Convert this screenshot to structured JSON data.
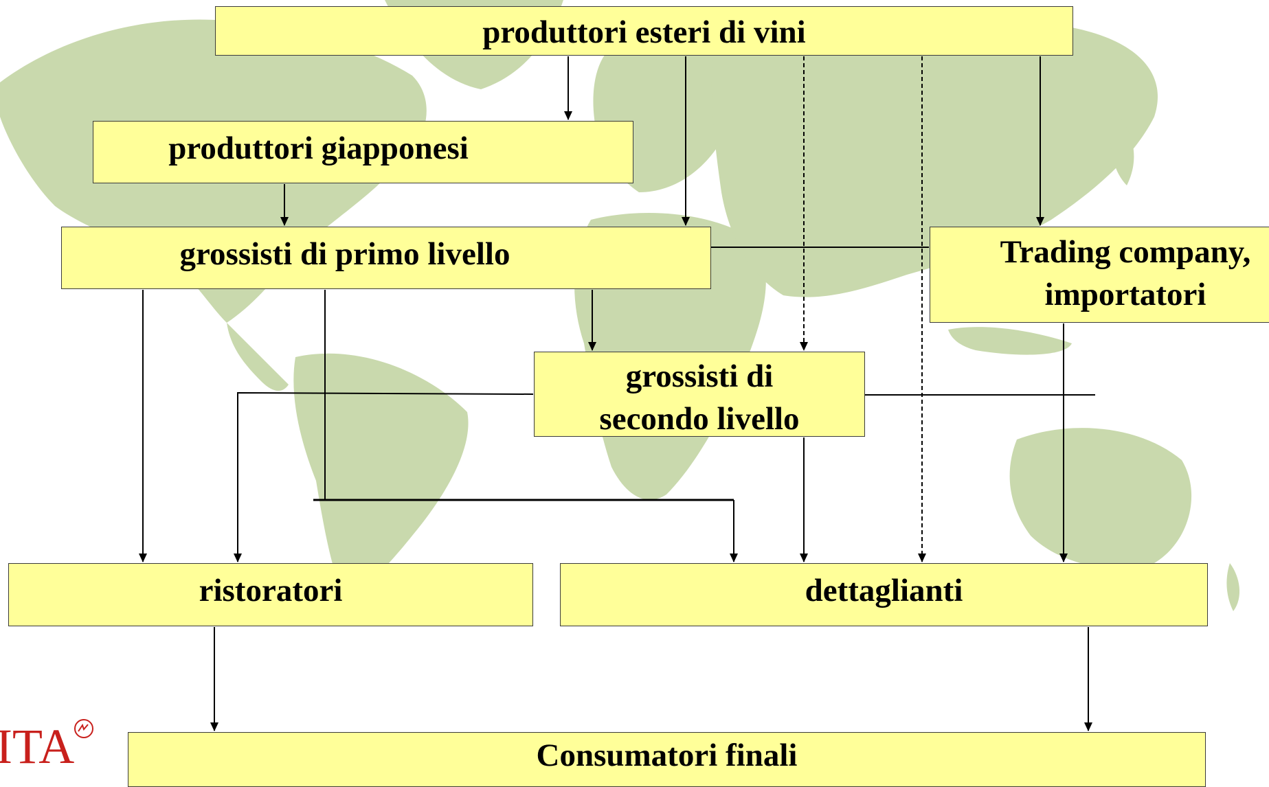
{
  "boxes": {
    "esteri": "produttori esteri di vini",
    "giapponesi": "produttori giapponesi",
    "primo": "grossisti di primo livello",
    "trading_line1": "Trading company,",
    "trading_line2": "importatori",
    "secondo_line1": "grossisti di",
    "secondo_line2": "secondo livello",
    "ristoratori": "ristoratori",
    "dettaglianti": "dettaglianti",
    "consumatori": "Consumatori finali"
  },
  "logo": {
    "text": "ITA"
  },
  "colors": {
    "box_fill": "#ffff99",
    "map_fill": "#c9d9ad",
    "logo_red": "#c8201c",
    "logo_green": "#2e7d32"
  }
}
